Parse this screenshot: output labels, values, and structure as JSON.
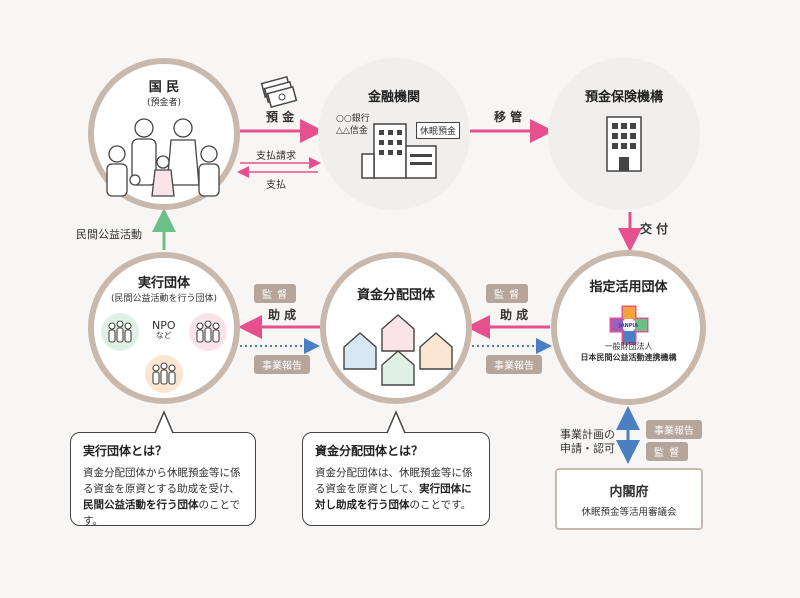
{
  "nodes": {
    "citizens": {
      "title": "国 民",
      "subtitle": "(預金者)"
    },
    "financial": {
      "title": "金融機関",
      "bank1": "○○銀行",
      "bank2": "△△信金",
      "dormant_tag": "休眠預金"
    },
    "insurance": {
      "title": "預金保険機構"
    },
    "designated": {
      "title": "指定活用団体",
      "org_type": "一般財団法人",
      "org_name": "日本民間公益活動連携機構",
      "logo_text": "JANPIA"
    },
    "distribution": {
      "title": "資金分配団体"
    },
    "executing": {
      "title": "実行団体",
      "subtitle": "(民間公益活動を行う団体)",
      "npo": "NPO",
      "npo_sub": "など"
    },
    "cabinet": {
      "title": "内閣府",
      "subtitle": "休眠預金等活用審議会"
    }
  },
  "flows": {
    "deposit": "預 金",
    "withdraw_request": "支払請求",
    "payment": "支払",
    "transfer": "移 管",
    "grant": "交 付",
    "subsidy1": "助 成",
    "subsidy2": "助 成",
    "supervise1": "監 督",
    "supervise2": "監 督",
    "supervise3": "監 督",
    "report1": "事業報告",
    "report2": "事業報告",
    "report3": "事業報告",
    "plan_line1": "事業計画の",
    "plan_line2": "申請・認可",
    "public_activity": "民間公益活動"
  },
  "callouts": {
    "executing": {
      "heading": "実行団体とは？",
      "text1": "資金分配団体から休眠預金等に係る資金を原資とする助成を受け、",
      "bold": "民間公益活動を行う団体",
      "text2": "のことです。"
    },
    "distribution": {
      "heading": "資金分配団体とは？",
      "text1": "資金分配団体は、休眠預金等に係る資金を原資として、",
      "bold": "実行団体に対し助成を行う団体",
      "text2": "のことです。"
    }
  },
  "colors": {
    "pink": "#e6508c",
    "green": "#6cbf86",
    "blue": "#4a7fc1",
    "ring": "#c9b8ac",
    "badge": "#b5a59a"
  }
}
